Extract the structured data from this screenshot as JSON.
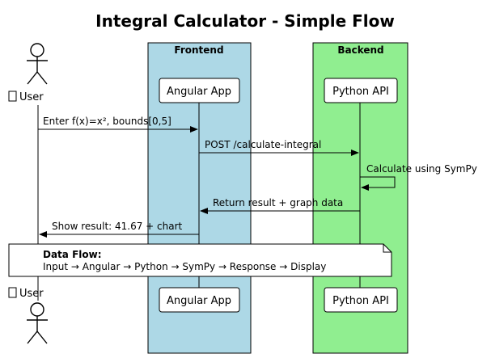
{
  "title": "Integral Calculator - Simple Flow",
  "groups": {
    "frontend": {
      "label": "Frontend",
      "color": "#ADD8E6"
    },
    "backend": {
      "label": "Backend",
      "color": "#90EE90"
    }
  },
  "participants": {
    "user": {
      "label": "User",
      "icon": "user-actor-icon"
    },
    "angular": {
      "label": "Angular App"
    },
    "python": {
      "label": "Python API"
    }
  },
  "messages": [
    {
      "from": "user",
      "to": "angular",
      "text": "Enter f(x)=x², bounds[0,5]"
    },
    {
      "from": "angular",
      "to": "python",
      "text": "POST /calculate-integral"
    },
    {
      "from": "python",
      "to": "python",
      "text": "Calculate using SymPy"
    },
    {
      "from": "python",
      "to": "angular",
      "text": "Return result + graph data"
    },
    {
      "from": "angular",
      "to": "user",
      "text": "Show result: 41.67 + chart"
    }
  ],
  "note": {
    "heading": "Data Flow:",
    "body": "Input → Angular → Python → SymPy → Response → Display"
  }
}
